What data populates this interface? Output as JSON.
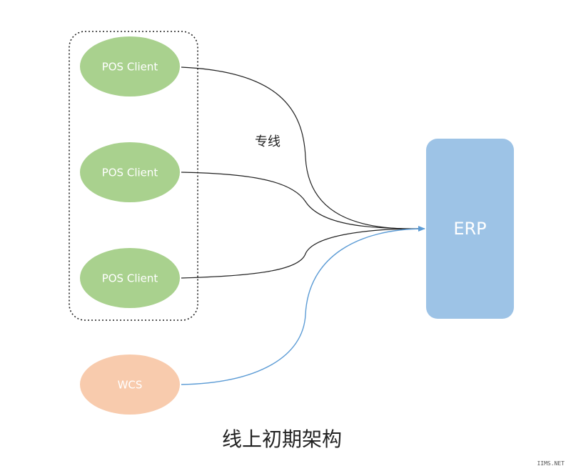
{
  "diagram": {
    "title": "线上初期架构",
    "edge_label": "专线",
    "watermark": "IIMS.NET",
    "group": {
      "name": "pos-client-group",
      "border_style": "dotted"
    },
    "nodes": [
      {
        "id": "pos1",
        "label": "POS Client",
        "shape": "ellipse",
        "color": "#a9d18e"
      },
      {
        "id": "pos2",
        "label": "POS Client",
        "shape": "ellipse",
        "color": "#a9d18e"
      },
      {
        "id": "pos3",
        "label": "POS Client",
        "shape": "ellipse",
        "color": "#a9d18e"
      },
      {
        "id": "wcs",
        "label": "WCS",
        "shape": "ellipse",
        "color": "#f8cbad"
      },
      {
        "id": "erp",
        "label": "ERP",
        "shape": "rounded-rectangle",
        "color": "#9dc3e6"
      }
    ],
    "edges": [
      {
        "from": "pos1",
        "to": "erp",
        "color": "#222222"
      },
      {
        "from": "pos2",
        "to": "erp",
        "color": "#222222"
      },
      {
        "from": "pos3",
        "to": "erp",
        "color": "#222222"
      },
      {
        "from": "wcs",
        "to": "erp",
        "color": "#5b9bd5"
      }
    ]
  }
}
